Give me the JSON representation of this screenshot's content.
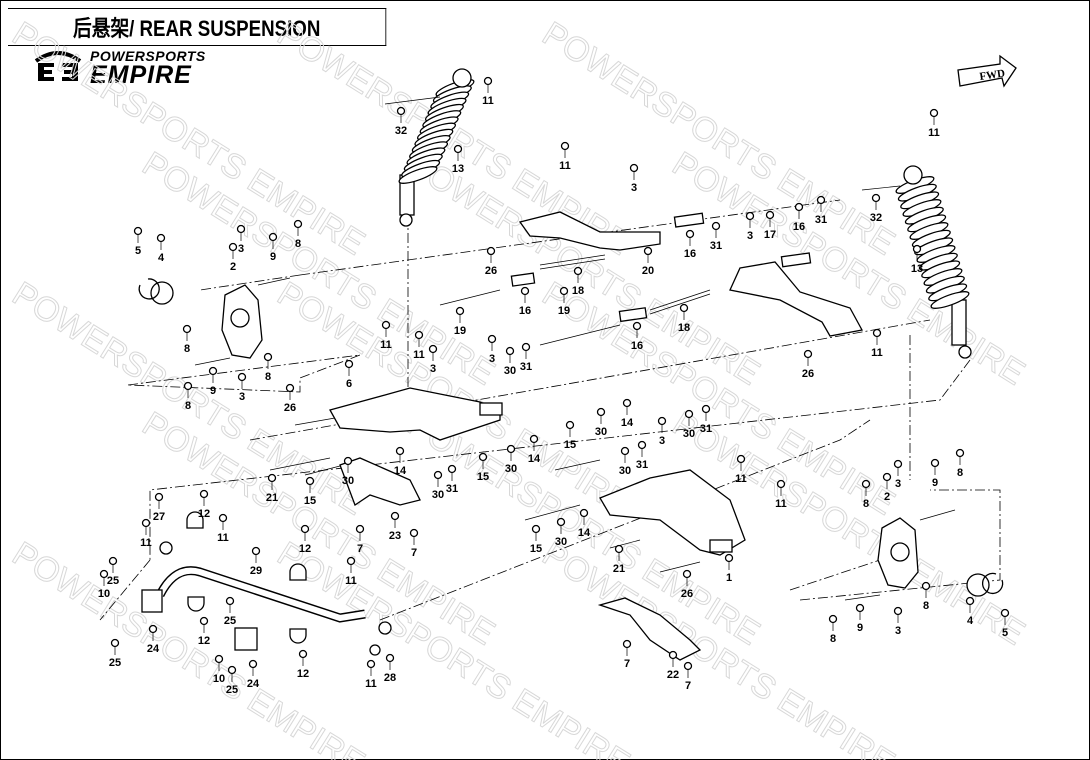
{
  "header": {
    "title": "后悬架/ REAR SUSPENSION"
  },
  "logo": {
    "line1": "POWERSPORTS",
    "line2": "EMPIRE"
  },
  "watermark": "POWERSPORTS EMPIRE",
  "fwd_label": "FWD",
  "callouts": [
    "11",
    "32",
    "13",
    "11",
    "3",
    "26",
    "20",
    "16",
    "31",
    "18",
    "16",
    "19",
    "19",
    "18",
    "16",
    "3",
    "17",
    "16",
    "31",
    "11",
    "26",
    "11",
    "32",
    "13",
    "5",
    "4",
    "3",
    "2",
    "9",
    "8",
    "8",
    "8",
    "9",
    "8",
    "3",
    "11",
    "11",
    "6",
    "3",
    "3",
    "30",
    "31",
    "26",
    "14",
    "21",
    "15",
    "30",
    "23",
    "7",
    "7",
    "30",
    "31",
    "15",
    "30",
    "14",
    "15",
    "30",
    "14",
    "31",
    "30",
    "3",
    "30",
    "31",
    "11",
    "11",
    "15",
    "30",
    "14",
    "21",
    "26",
    "1",
    "22",
    "7",
    "7",
    "27",
    "12",
    "11",
    "11",
    "25",
    "10",
    "25",
    "24",
    "29",
    "12",
    "12",
    "25",
    "10",
    "25",
    "24",
    "12",
    "11",
    "11",
    "28",
    "8",
    "2",
    "3",
    "9",
    "8",
    "8",
    "4",
    "5",
    "8",
    "9",
    "3"
  ]
}
